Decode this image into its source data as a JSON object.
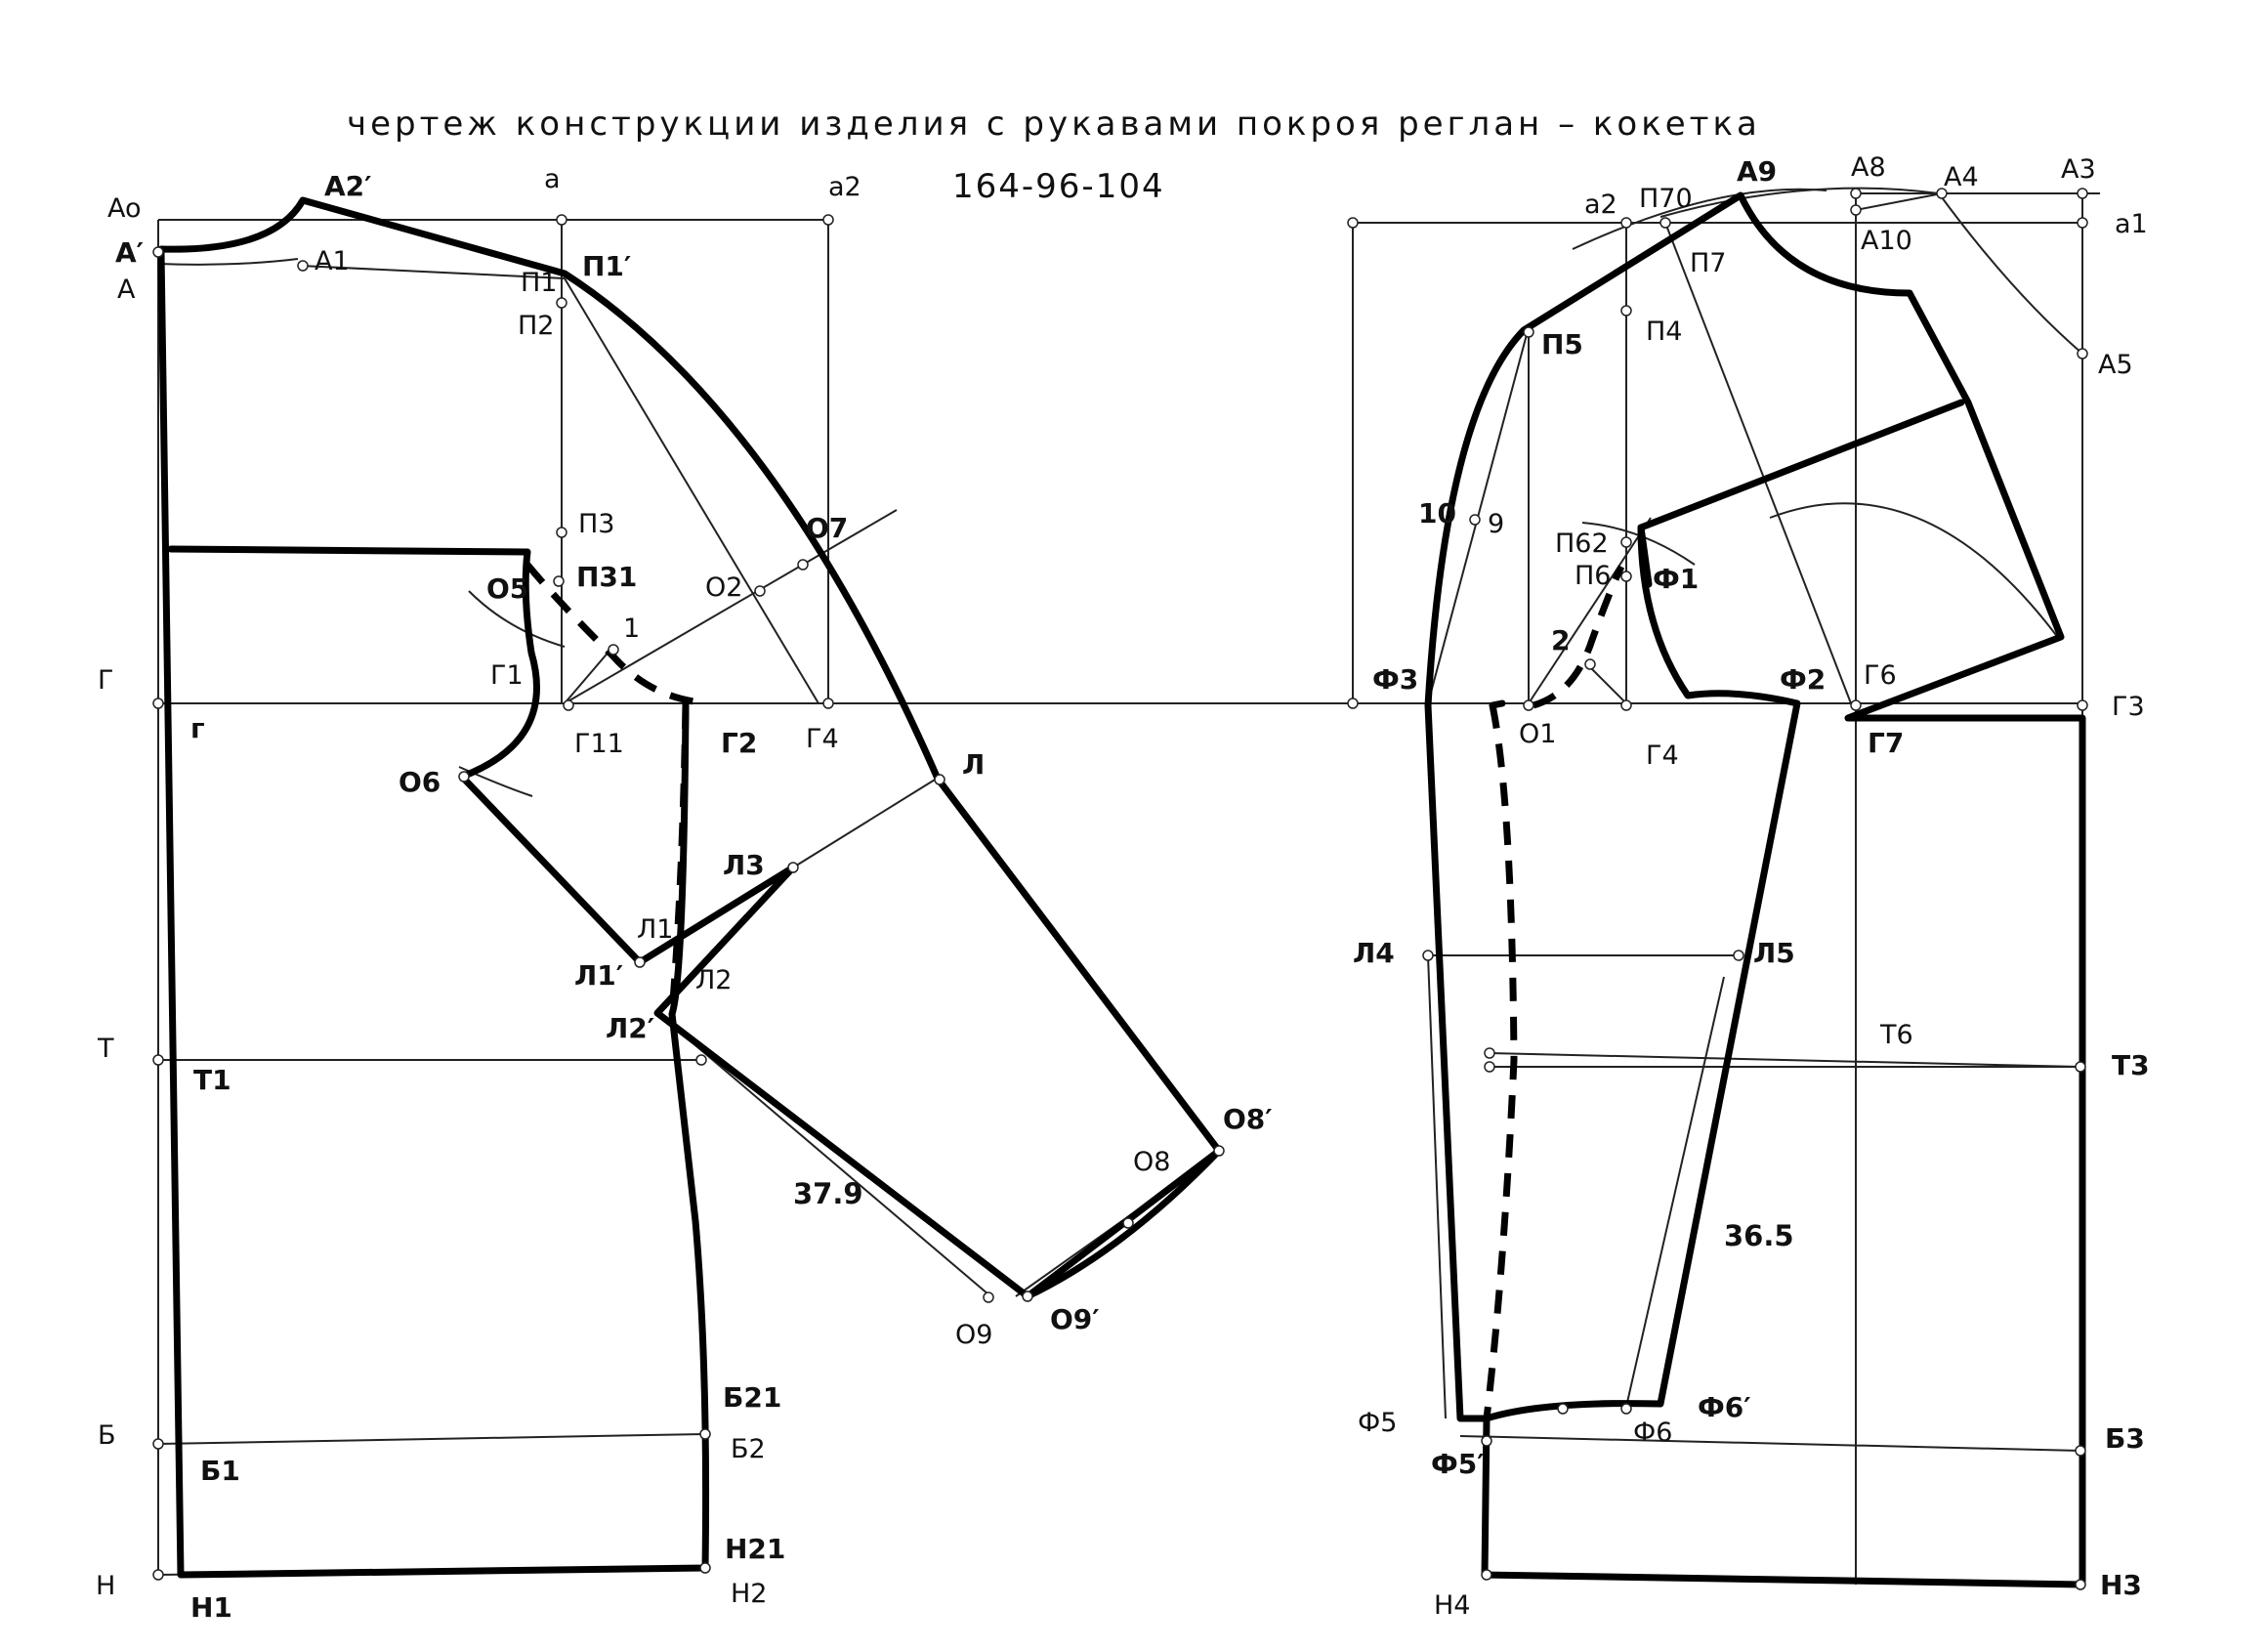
{
  "title": "чертеж конструкции изделия с рукавами покроя реглан – кокетка",
  "size_code": "164-96-104",
  "measurements": {
    "back_sleeve": "37.9",
    "front_sleeve": "36.5"
  },
  "labels": {
    "Ao": "Ao",
    "A_prime": "A′",
    "A": "A",
    "A1": "A1",
    "A2_prime": "A2′",
    "a": "a",
    "a2": "a2",
    "P1": "П1",
    "P1_prime": "П1′",
    "P2": "П2",
    "P3": "П3",
    "P31": "П31",
    "O5": "O5",
    "O2": "O2",
    "O7": "O7",
    "one": "1",
    "G": "Г",
    "g": "г",
    "G1": "Г1",
    "G11": "Г11",
    "G2": "Г2",
    "G4": "Г4",
    "O6": "O6",
    "L": "Л",
    "L3": "Л3",
    "L1": "Л1",
    "L1_prime": "Л1′",
    "L2": "Л2",
    "L2_prime": "Л2′",
    "T": "T",
    "T1": "T1",
    "O8": "O8",
    "O8_prime": "O8′",
    "O9": "O9",
    "O9_prime": "O9′",
    "B21": "Б21",
    "B": "Б",
    "B1": "Б1",
    "B2": "Б2",
    "H": "Н",
    "H1": "Н1",
    "H21": "Н21",
    "H2": "Н2",
    "A9": "A9",
    "A8": "A8",
    "A4": "A4",
    "A3": "A3",
    "a2r": "a2",
    "P70": "П70",
    "a1": "a1",
    "A10": "A10",
    "P7": "П7",
    "P5": "П5",
    "P4": "П4",
    "A5": "A5",
    "ten": "10",
    "nine": "9",
    "P62": "П62",
    "P6": "П6",
    "F1": "Ф1",
    "two": "2",
    "F3": "Ф3",
    "F2": "Ф2",
    "G6": "Г6",
    "G3": "Г3",
    "O1": "O1",
    "G4r": "Г4",
    "G7": "Г7",
    "L4": "Л4",
    "L5": "Л5",
    "T6": "T6",
    "T3": "T3",
    "F5": "Ф5",
    "F6": "Ф6",
    "F6_prime": "Ф6′",
    "F5_prime": "Ф5′",
    "B3": "Б3",
    "H4": "Н4",
    "H3": "Н3"
  }
}
